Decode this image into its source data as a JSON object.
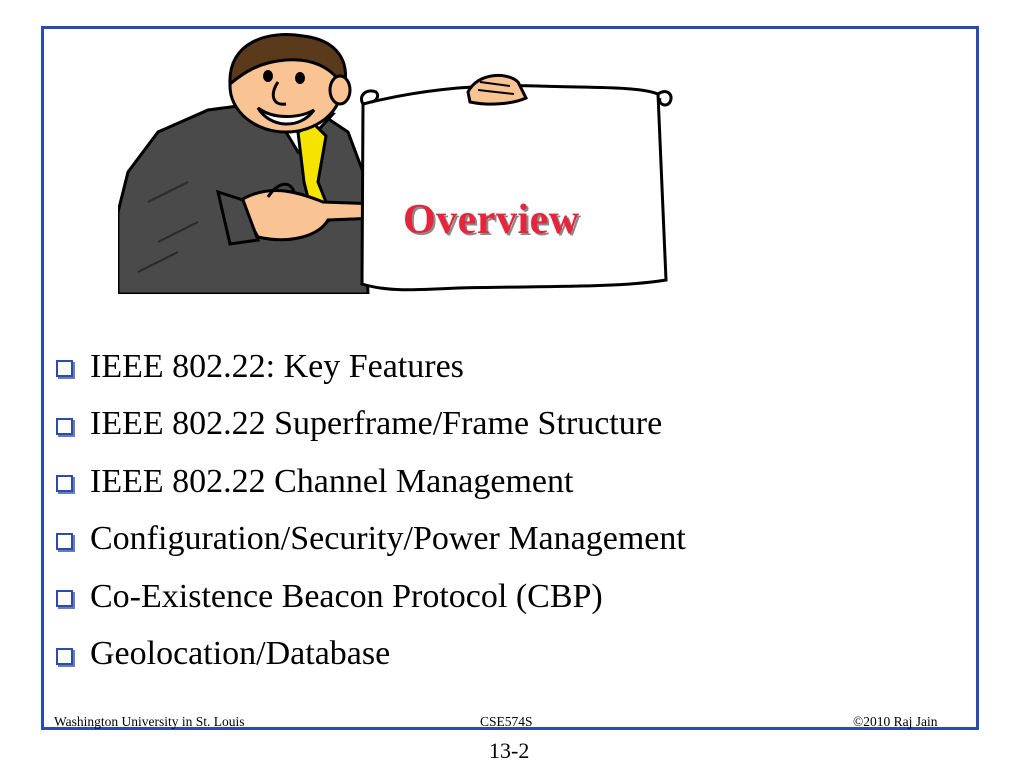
{
  "slide": {
    "title": "Overview",
    "bullets": [
      "IEEE 802.22: Key Features",
      "IEEE 802.22 Superframe/Frame Structure",
      "IEEE 802.22 Channel Management",
      "Configuration/Security/Power Management",
      "Co-Existence Beacon Protocol (CBP)",
      "Geolocation/Database"
    ],
    "footer": {
      "left": "Washington University in St. Louis",
      "center": "CSE574S",
      "right": "©2010 Raj Jain"
    },
    "page_number": "13-2"
  },
  "colors": {
    "frame_border": "#2b4bb4",
    "title": "#e8243a",
    "bullet": "#2b4bb4",
    "suit": "#4a4a4a",
    "skin": "#f9c394",
    "tie": "#f4e400"
  },
  "icons": {
    "bullet": "hollow-square-bullet-icon",
    "illustration": "presenter-cartoon-with-scroll"
  }
}
